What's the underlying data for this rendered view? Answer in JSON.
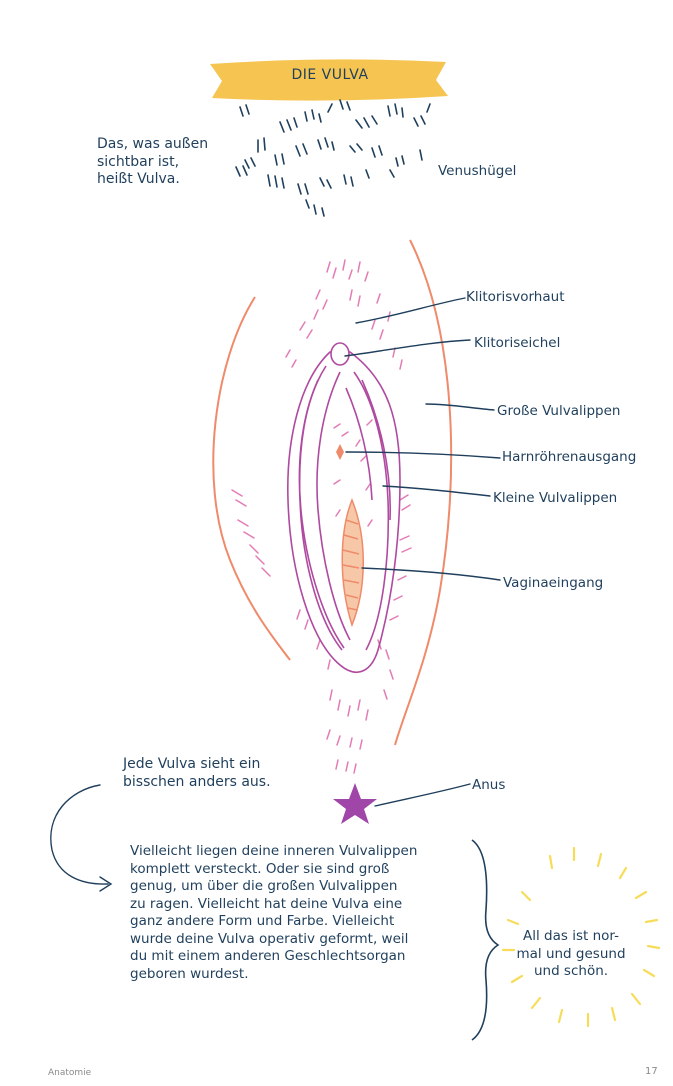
{
  "banner": {
    "title": "DIE VULVA"
  },
  "intro": {
    "lines": [
      "Das, was außen",
      "sichtbar ist,",
      "heißt Vulva."
    ]
  },
  "labels": {
    "venushuegel": "Venushügel",
    "klitorisvorhaut": "Klitorisvorhaut",
    "klitoriseichel": "Klitoriseichel",
    "grosse_vulvalippen": "Große Vulvalippen",
    "harnroehrenausgang": "Harnröhrenausgang",
    "kleine_vulvalippen": "Kleine Vulvalippen",
    "vaginaeingang": "Vaginaeingang",
    "anus": "Anus"
  },
  "note": {
    "lines": [
      "Jede Vulva sieht ein",
      "bisschen anders aus."
    ]
  },
  "paragraph": {
    "lines": [
      "Vielleicht liegen deine inneren Vulvalippen",
      "komplett versteckt. Oder sie sind groß",
      "genug, um über die großen Vulvalippen",
      "zu ragen. Vielleicht hat deine Vulva eine",
      "ganz andere Form und Farbe. Vielleicht",
      "wurde deine Vulva operativ geformt, weil",
      "du mit einem anderen Geschlechtsorgan",
      "geboren wurdest."
    ]
  },
  "sun_note": {
    "lines": [
      "All das ist nor-",
      "mal und gesund",
      "und schön."
    ]
  },
  "footer": {
    "section": "Anatomie",
    "page": "17"
  },
  "colors": {
    "ink": "#1f3f5c",
    "banner_yellow": "#f5c451",
    "outer_orange": "#ef8a6a",
    "inner_purple": "#b04aa0",
    "pink_hatch": "#e37bb5",
    "sun_yellow": "#f7dc5a"
  }
}
